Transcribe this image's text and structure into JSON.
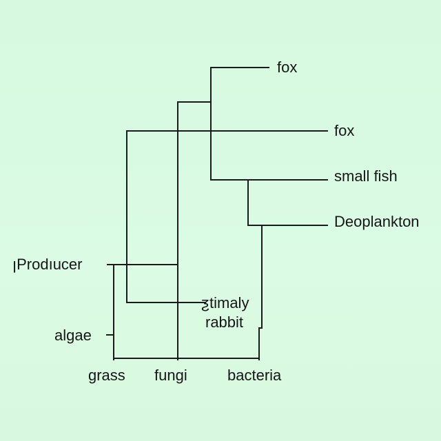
{
  "diagram": {
    "nodes": {
      "fox_top": "fox",
      "fox_mid": "fox",
      "small_fish": "small fish",
      "zooplankton": "Deoplankton",
      "producer": "ꞁProdıucer",
      "primary": "ƺtimaly",
      "rabbit": "rabbit",
      "algae": "algae",
      "grass": "grass",
      "fungi": "fungi",
      "bacteria": "bacteria"
    },
    "edges": [
      [
        "fox_top",
        "fungi"
      ],
      [
        "fox_top",
        "small_fish"
      ],
      [
        "fox_mid",
        "primary"
      ],
      [
        "small_fish",
        "zooplankton"
      ],
      [
        "zooplankton",
        "bacteria"
      ],
      [
        "producer",
        "fungi"
      ],
      [
        "producer",
        "grass"
      ],
      [
        "algae",
        "grass"
      ]
    ],
    "line_color": "#1a1a1a",
    "background_color": "#d9fbe2"
  }
}
